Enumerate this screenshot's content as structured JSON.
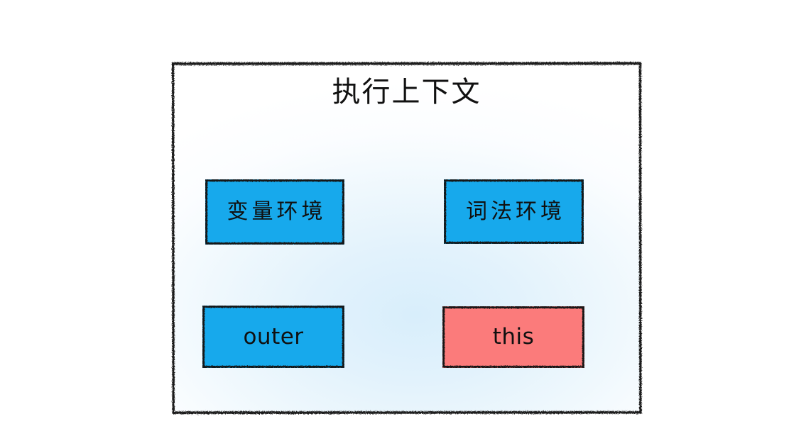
{
  "diagram": {
    "type": "hand-drawn-box-diagram",
    "title": "执行上下文",
    "background_color": "#ffffff",
    "panel": {
      "border_color": "#1a1a1a",
      "glow_color": "#d8eefb",
      "fill_start_color": "#ffffff"
    },
    "nodes": [
      {
        "id": "variable-environment",
        "label": "变量环境",
        "color": "#17a9ec",
        "text_color": "#101010",
        "row": 1,
        "column": 1
      },
      {
        "id": "lexical-environment",
        "label": "词法环境",
        "color": "#17a9ec",
        "text_color": "#101010",
        "row": 1,
        "column": 2
      },
      {
        "id": "outer",
        "label": "outer",
        "color": "#17a9ec",
        "text_color": "#101010",
        "row": 2,
        "column": 1
      },
      {
        "id": "this",
        "label": "this",
        "color": "#fb7b7b",
        "text_color": "#101010",
        "row": 2,
        "column": 2
      }
    ]
  }
}
